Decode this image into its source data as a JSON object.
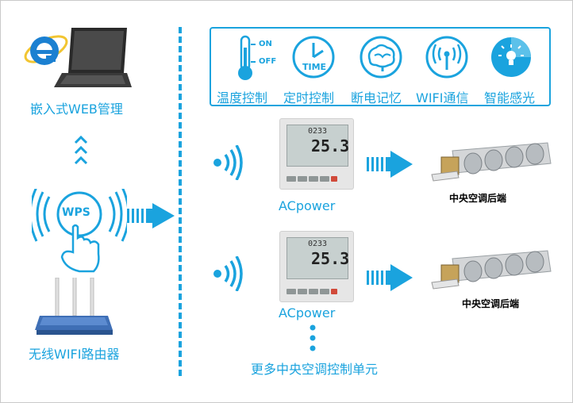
{
  "left": {
    "web_label": "嵌入式WEB管理",
    "wps_label": "WPS",
    "router_label": "无线WIFI路由器"
  },
  "features": [
    {
      "label": "温度控制",
      "icon": "thermometer-icon",
      "on": "ON",
      "off": "OFF"
    },
    {
      "label": "定时控制",
      "icon": "clock-icon",
      "text": "TIME"
    },
    {
      "label": "断电记忆",
      "icon": "brain-icon"
    },
    {
      "label": "WIFI通信",
      "icon": "wifi-antenna-icon"
    },
    {
      "label": "智能感光",
      "icon": "light-sensor-icon"
    }
  ],
  "units": [
    {
      "brand": "ACpower",
      "time": "0233",
      "temp": "25.3",
      "unit_label": "中央空调后端"
    },
    {
      "brand": "ACpower",
      "time": "0233",
      "temp": "25.3",
      "unit_label": "中央空调后端"
    }
  ],
  "more_label": "更多中央空调控制单元",
  "colors": {
    "accent": "#1aa3de",
    "dark_blue": "#1f4f8f"
  }
}
